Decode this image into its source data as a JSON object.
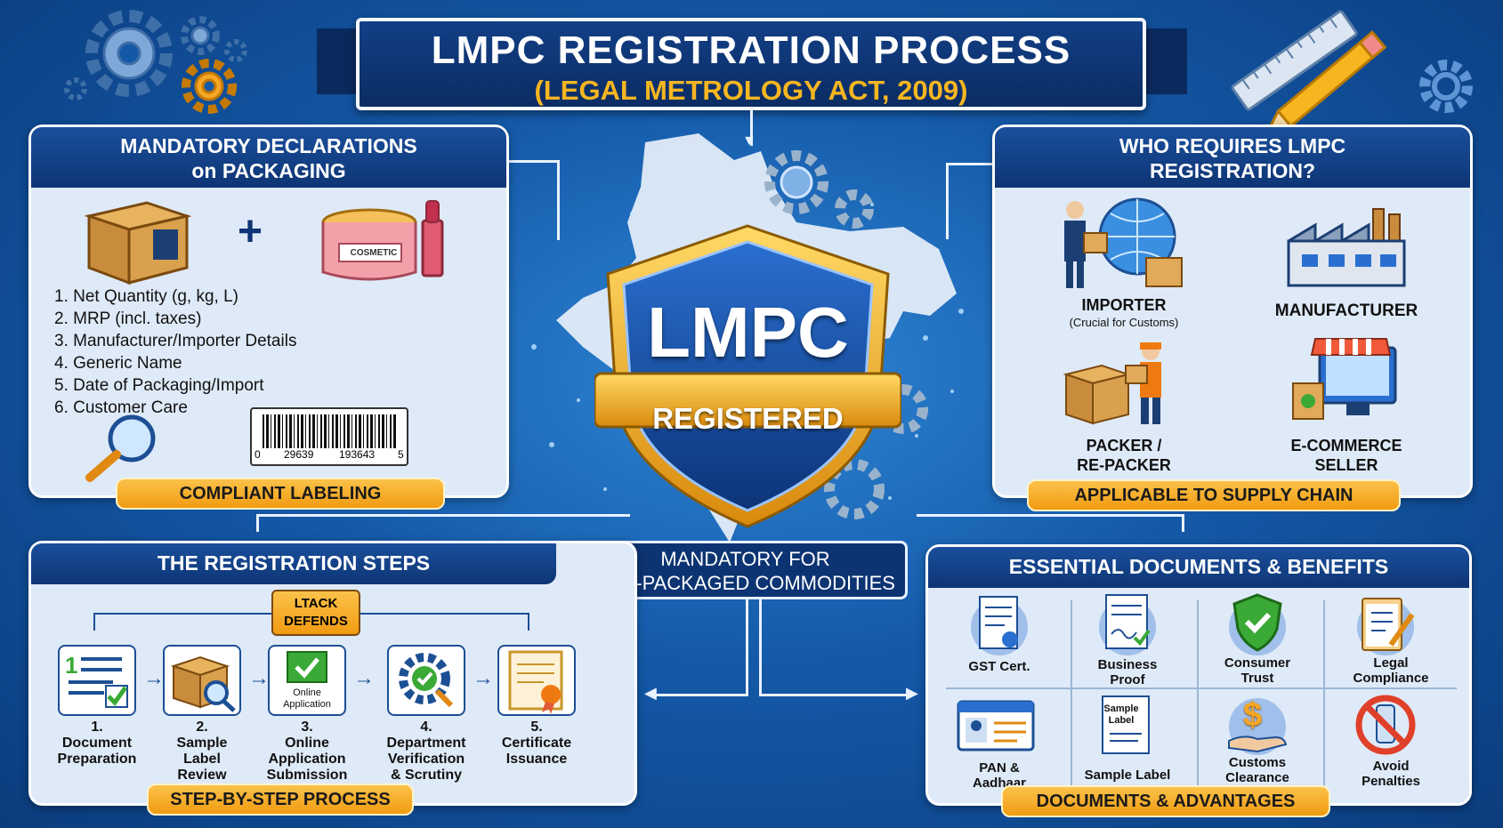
{
  "title": {
    "line1": "LMPC REGISTRATION PROCESS",
    "line2": "(LEGAL METROLOGY ACT, 2009)"
  },
  "center": {
    "shield_text": "LMPC",
    "shield_banner": "REGISTERED",
    "mandatory_line1": "MANDATORY FOR",
    "mandatory_line2": "PRE-PACKAGED COMMODITIES"
  },
  "declarations": {
    "heading_line1": "MANDATORY DECLARATIONS",
    "heading_line2": "on PACKAGING",
    "plus": "+",
    "cosmetic_label": "COSMETIC",
    "items": [
      "1. Net Quantity (g, kg, L)",
      "2. MRP (incl. taxes)",
      "3. Manufacturer/Importer Details",
      "4. Generic Name",
      "5. Date of Packaging/Import",
      "6. Customer Care"
    ],
    "barcode": {
      "left": "0",
      "mid1": "29639",
      "mid2": "193643",
      "right": "5"
    },
    "footer": "COMPLIANT LABELING"
  },
  "who": {
    "heading_line1": "WHO REQUIRES LMPC",
    "heading_line2": "REGISTRATION?",
    "importer": "IMPORTER",
    "importer_note": "(Crucial for Customs)",
    "manufacturer": "MANUFACTURER",
    "packer_line1": "PACKER /",
    "packer_line2": "RE-PACKER",
    "ecom_line1": "E-COMMERCE",
    "ecom_line2": "SELLER",
    "footer": "APPLICABLE TO SUPPLY CHAIN"
  },
  "steps": {
    "heading": "THE REGISTRATION STEPS",
    "tag_line1": "LTACK",
    "tag_line2": "DEFENDS",
    "online_tag_line1": "Online",
    "online_tag_line2": "Application",
    "items": [
      {
        "num": "1.",
        "l1": "Document",
        "l2": "Preparation",
        "l3": ""
      },
      {
        "num": "2.",
        "l1": "Sample",
        "l2": "Label",
        "l3": "Review"
      },
      {
        "num": "3.",
        "l1": "Online",
        "l2": "Application",
        "l3": "Submission"
      },
      {
        "num": "4.",
        "l1": "Department",
        "l2": "Verification",
        "l3": "& Scrutiny"
      },
      {
        "num": "5.",
        "l1": "Certificate",
        "l2": "Issuance",
        "l3": ""
      }
    ],
    "footer": "STEP-BY-STEP PROCESS"
  },
  "docs": {
    "heading": "ESSENTIAL DOCUMENTS & BENEFITS",
    "row1": [
      {
        "l1": "GST Cert.",
        "l2": ""
      },
      {
        "l1": "Business",
        "l2": "Proof"
      },
      {
        "l1": "Consumer",
        "l2": "Trust"
      },
      {
        "l1": "Legal",
        "l2": "Compliance"
      }
    ],
    "row2": [
      {
        "l1": "PAN &",
        "l2": "Aadhaar"
      },
      {
        "l1": "Sample Label",
        "l2": ""
      },
      {
        "l1": "Customs",
        "l2": "Clearance"
      },
      {
        "l1": "Avoid",
        "l2": "Penalties"
      }
    ],
    "sample_tag_line1": "Sample",
    "sample_tag_line2": "Label",
    "dollar": "$",
    "footer": "DOCUMENTS & ADVANTAGES"
  },
  "colors": {
    "navy": "#0e3575",
    "orange": "#f5a623",
    "green": "#3aa935",
    "panel": "#dfeaf8"
  }
}
